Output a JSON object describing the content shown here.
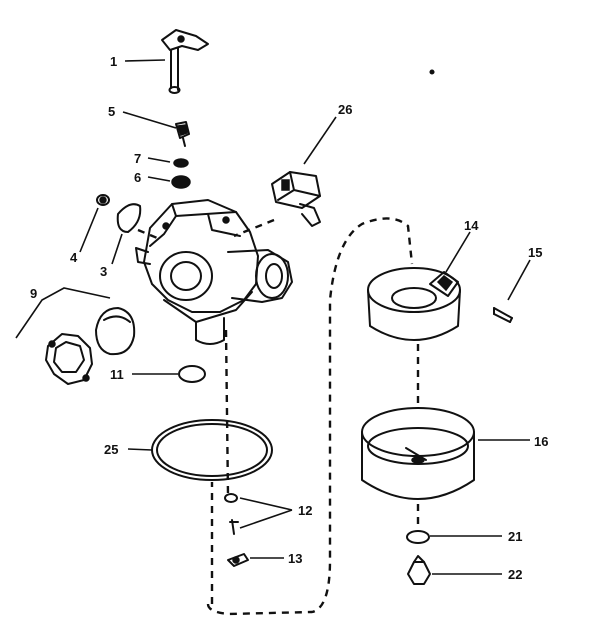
{
  "callouts": [
    {
      "id": "1",
      "label": "1"
    },
    {
      "id": "5",
      "label": "5"
    },
    {
      "id": "7",
      "label": "7"
    },
    {
      "id": "6",
      "label": "6"
    },
    {
      "id": "26",
      "label": "26"
    },
    {
      "id": "4",
      "label": "4"
    },
    {
      "id": "3",
      "label": "3"
    },
    {
      "id": "9",
      "label": "9"
    },
    {
      "id": "14",
      "label": "14"
    },
    {
      "id": "15",
      "label": "15"
    },
    {
      "id": "11",
      "label": "11"
    },
    {
      "id": "25",
      "label": "25"
    },
    {
      "id": "16",
      "label": "16"
    },
    {
      "id": "12",
      "label": "12"
    },
    {
      "id": "13",
      "label": "13"
    },
    {
      "id": "21",
      "label": "21"
    },
    {
      "id": "22",
      "label": "22"
    }
  ]
}
